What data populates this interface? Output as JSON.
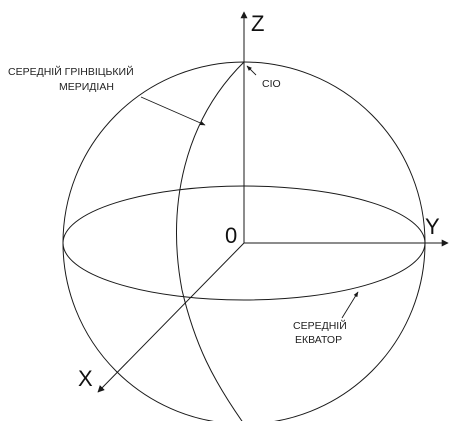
{
  "axes": {
    "z_label": "Z",
    "y_label": "Y",
    "x_label": "X",
    "origin_label": "0"
  },
  "annotations": {
    "meridian_line1": "СЕРЕДНІЙ ГРІНВІЦЬКИЙ",
    "meridian_line2": "МЕРИДІАН",
    "cio": "CIO",
    "equator_line1": "СЕРЕДНІЙ",
    "equator_line2": "ЕКВАТОР"
  }
}
